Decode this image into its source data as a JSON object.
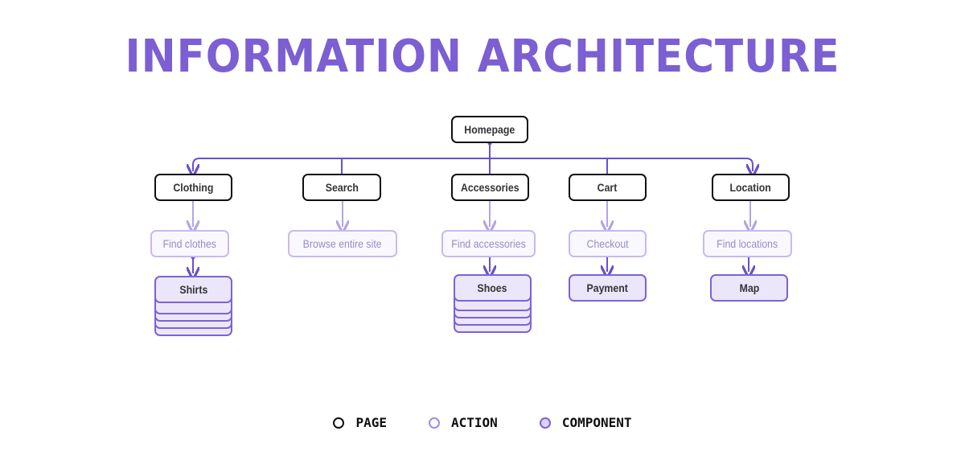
{
  "title": "INFORMATION ARCHITECTURE",
  "colors": {
    "title": "#7b5fd3",
    "page_border": "#111111",
    "action_border": "#c9b9ee",
    "component_border": "#7c63d3",
    "component_fill": "#ece6fb",
    "connector": "#6a4fcf"
  },
  "root": {
    "label": "Homepage",
    "type": "page"
  },
  "branches": [
    {
      "page": "Clothing",
      "action": "Find clothes",
      "component": "Shirts",
      "component_stacked": true
    },
    {
      "page": "Search",
      "action": "Browse entire site"
    },
    {
      "page": "Accessories",
      "action": "Find accessories",
      "component": "Shoes",
      "component_stacked": true
    },
    {
      "page": "Cart",
      "action": "Checkout",
      "component": "Payment",
      "component_stacked": false
    },
    {
      "page": "Location",
      "action": "Find locations",
      "component": "Map",
      "component_stacked": false
    }
  ],
  "legend": [
    {
      "label": "PAGE",
      "icon": "circle-outline-black"
    },
    {
      "label": "ACTION",
      "icon": "circle-outline-light-purple"
    },
    {
      "label": "COMPONENT",
      "icon": "circle-filled-purple"
    }
  ]
}
